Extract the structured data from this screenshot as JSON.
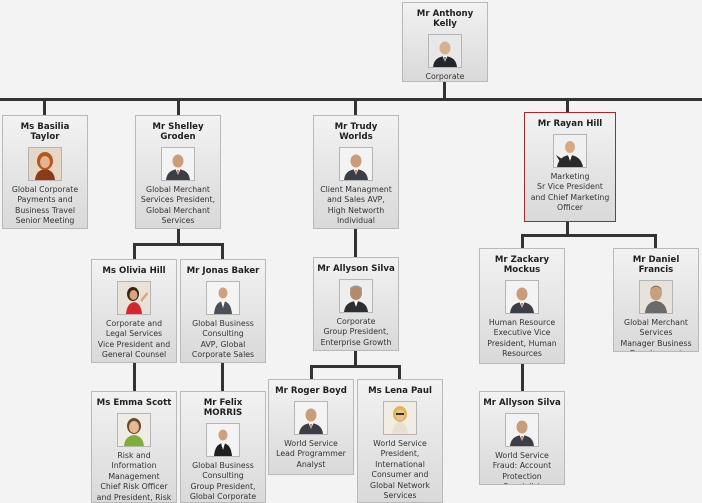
{
  "people": {
    "anthony": {
      "name": "Mr Anthony Kelly",
      "role": "Corporate\nChairman and CEO"
    },
    "basilia": {
      "name": "Ms Basilia Taylor",
      "role": "Global Corporate Payments and Business Travel Senior Meeting planner"
    },
    "shelley": {
      "name": "Mr Shelley Groden",
      "role": "Global Merchant Services President, Global Merchant Services"
    },
    "trudy": {
      "name": "Mr Trudy Worlds",
      "role": "Client Managment and Sales AVP, High Networth Individual Acquisition"
    },
    "rayan": {
      "name": "Mr Rayan Hill",
      "role": "Marketing\nSr Vice President and Chief Marketing Officer"
    },
    "olivia": {
      "name": "Ms Olivia Hill",
      "role": "Corporate and Legal Services\nVice President and General Counsel"
    },
    "jonas": {
      "name": "Mr Jonas Baker",
      "role": "Global Business Consulting\nAVP, Global Corporate Sales"
    },
    "allyson1": {
      "name": "Mr Allyson Silva",
      "role": "Corporate\nGroup President, Enterprise Growth"
    },
    "zackary": {
      "name": "Mr Zackary Mockus",
      "role": "Human Resource\nExecutive Vice President, Human Resources"
    },
    "daniel": {
      "name": "Mr Daniel Francis",
      "role": "Global Merchant Services\nManager Business Development"
    },
    "roger": {
      "name": "Mr Roger Boyd",
      "role": "World Service\nLead Programmer Analyst"
    },
    "lena": {
      "name": "Ms Lena Paul",
      "role": "World Service\nPresident, International Consumer and Global Network Services"
    },
    "emma": {
      "name": "Ms Emma Scott",
      "role": "Risk and Information Management\nChief Risk Officer and President, Risk"
    },
    "felix": {
      "name": "Mr  Felix MORRIS",
      "role": "Global Business Consulting\nGroup President, Global Corporate Services"
    },
    "allyson2": {
      "name": "Mr Allyson Silva",
      "role": "World Service\nFraud: Account Protection Specialist"
    }
  }
}
